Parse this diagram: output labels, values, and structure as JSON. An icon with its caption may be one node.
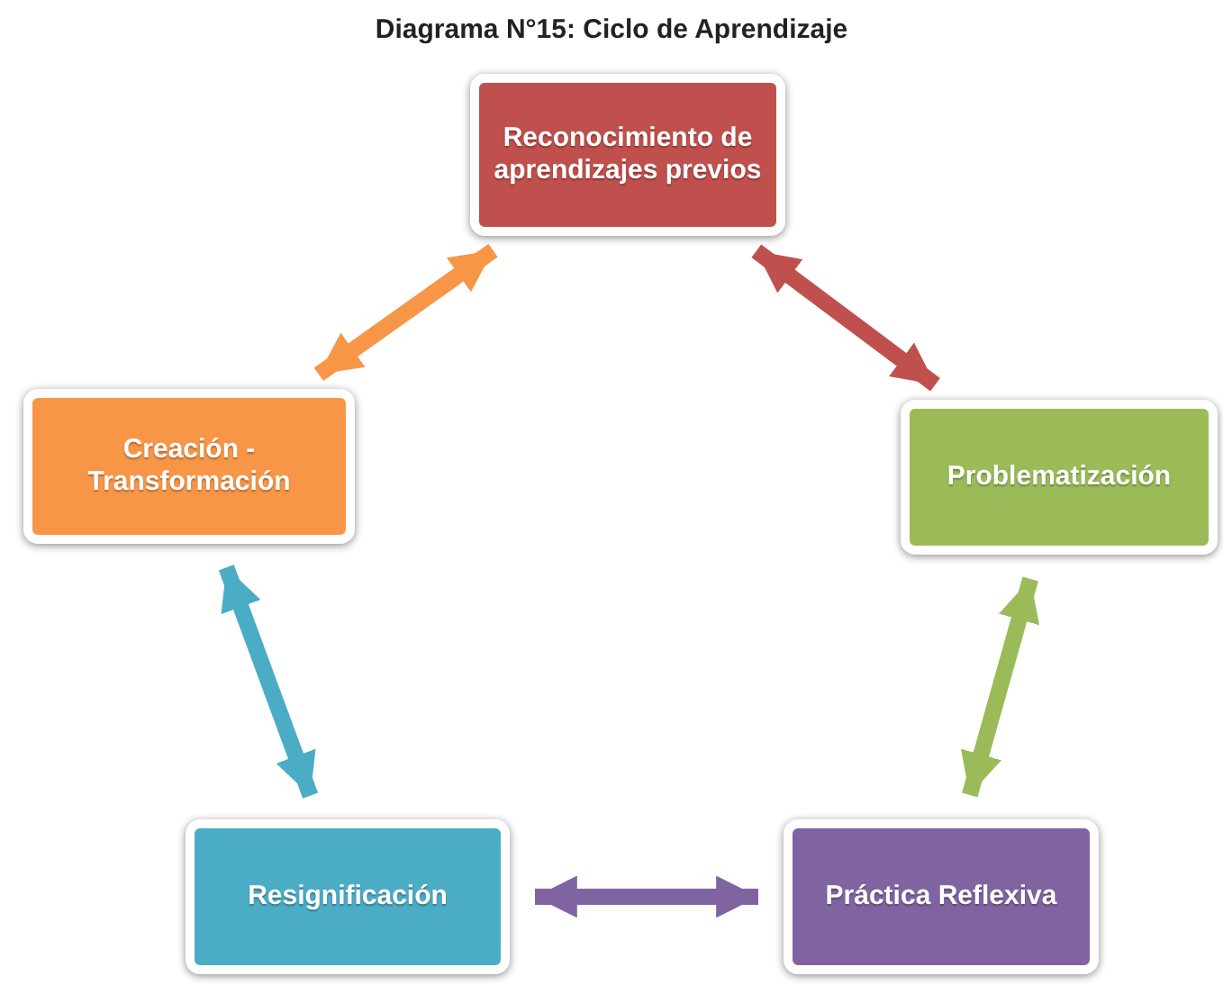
{
  "diagram": {
    "title": "Diagrama N°15: Ciclo de Aprendizaje",
    "nodes": [
      {
        "text": [
          "Reconocimiento de aprendizajes previos"
        ]
      },
      {
        "text": [
          "Problematización"
        ]
      },
      {
        "text": [
          "Práctica Reflexiva"
        ]
      },
      {
        "text": [
          "Resignificación"
        ]
      },
      {
        "text": [
          "Creación - Transformación"
        ]
      }
    ],
    "edges": [
      {
        "from": 0,
        "to": 1,
        "arrow": "both",
        "color": "#c0504d"
      },
      {
        "from": 1,
        "to": 2,
        "arrow": "both",
        "color": "#9bbb59"
      },
      {
        "from": 2,
        "to": 3,
        "arrow": "both",
        "color": "#8064a2"
      },
      {
        "from": 3,
        "to": 4,
        "arrow": "both",
        "color": "#4bacc6"
      },
      {
        "from": 4,
        "to": 0,
        "arrow": "both",
        "color": "#f79646"
      }
    ]
  }
}
